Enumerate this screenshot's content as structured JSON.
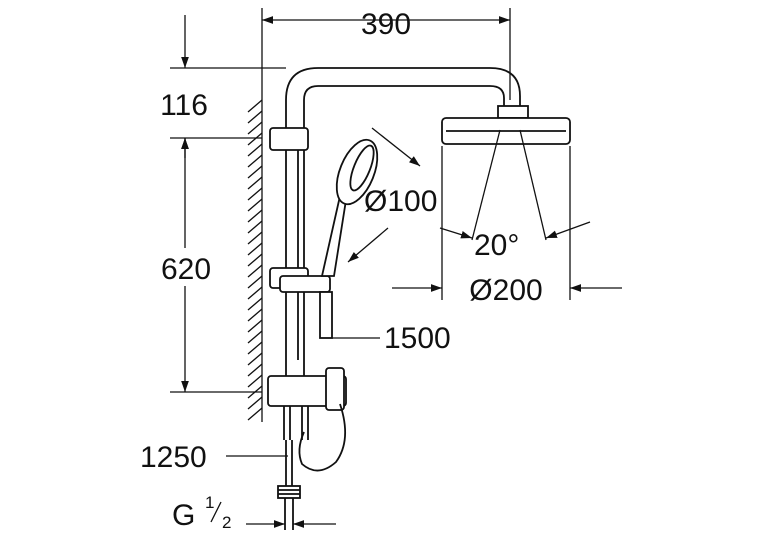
{
  "dimensions": {
    "width_390": "390",
    "height_116": "116",
    "height_620": "620",
    "handshower_dia": "Ø100",
    "angle": "20°",
    "head_dia": "Ø200",
    "hose_length": "1500",
    "pipe_length": "1250",
    "thread_main": "G",
    "thread_num": "1",
    "thread_den": "2"
  },
  "colors": {
    "ink": "#111111",
    "background": "#ffffff"
  }
}
